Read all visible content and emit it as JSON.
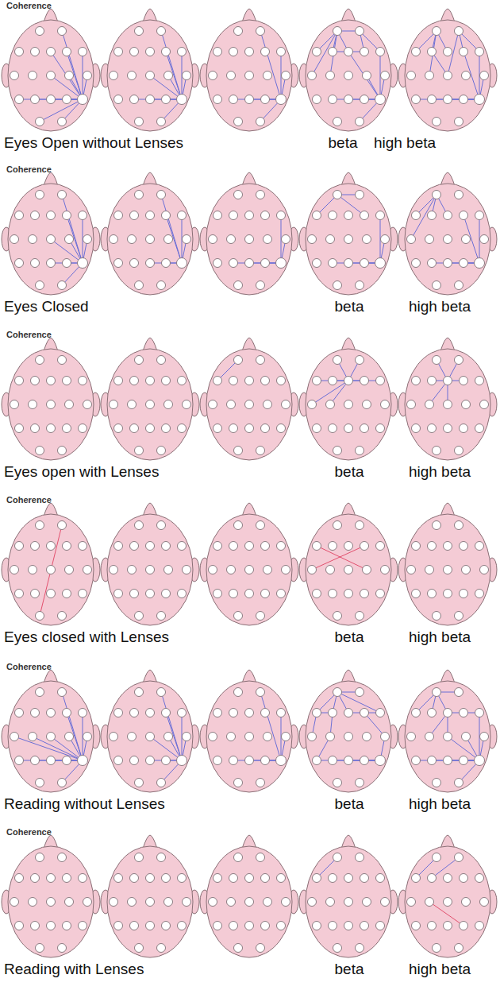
{
  "diagram": {
    "labels": [
      "Coherence",
      "Eyes Open without Lenses",
      "beta",
      "high beta",
      "Coherence",
      "Eyes Closed",
      "beta",
      "high beta",
      "Coherence",
      "Eyes open with Lenses",
      "beta",
      "high beta",
      "Coherence",
      "Eyes closed with Lenses",
      "beta",
      "high beta",
      "Coherence",
      "Reading without Lenses",
      "beta",
      "high beta",
      "Coherence",
      "Reading with Lenses",
      "beta",
      "high beta"
    ]
  }
}
